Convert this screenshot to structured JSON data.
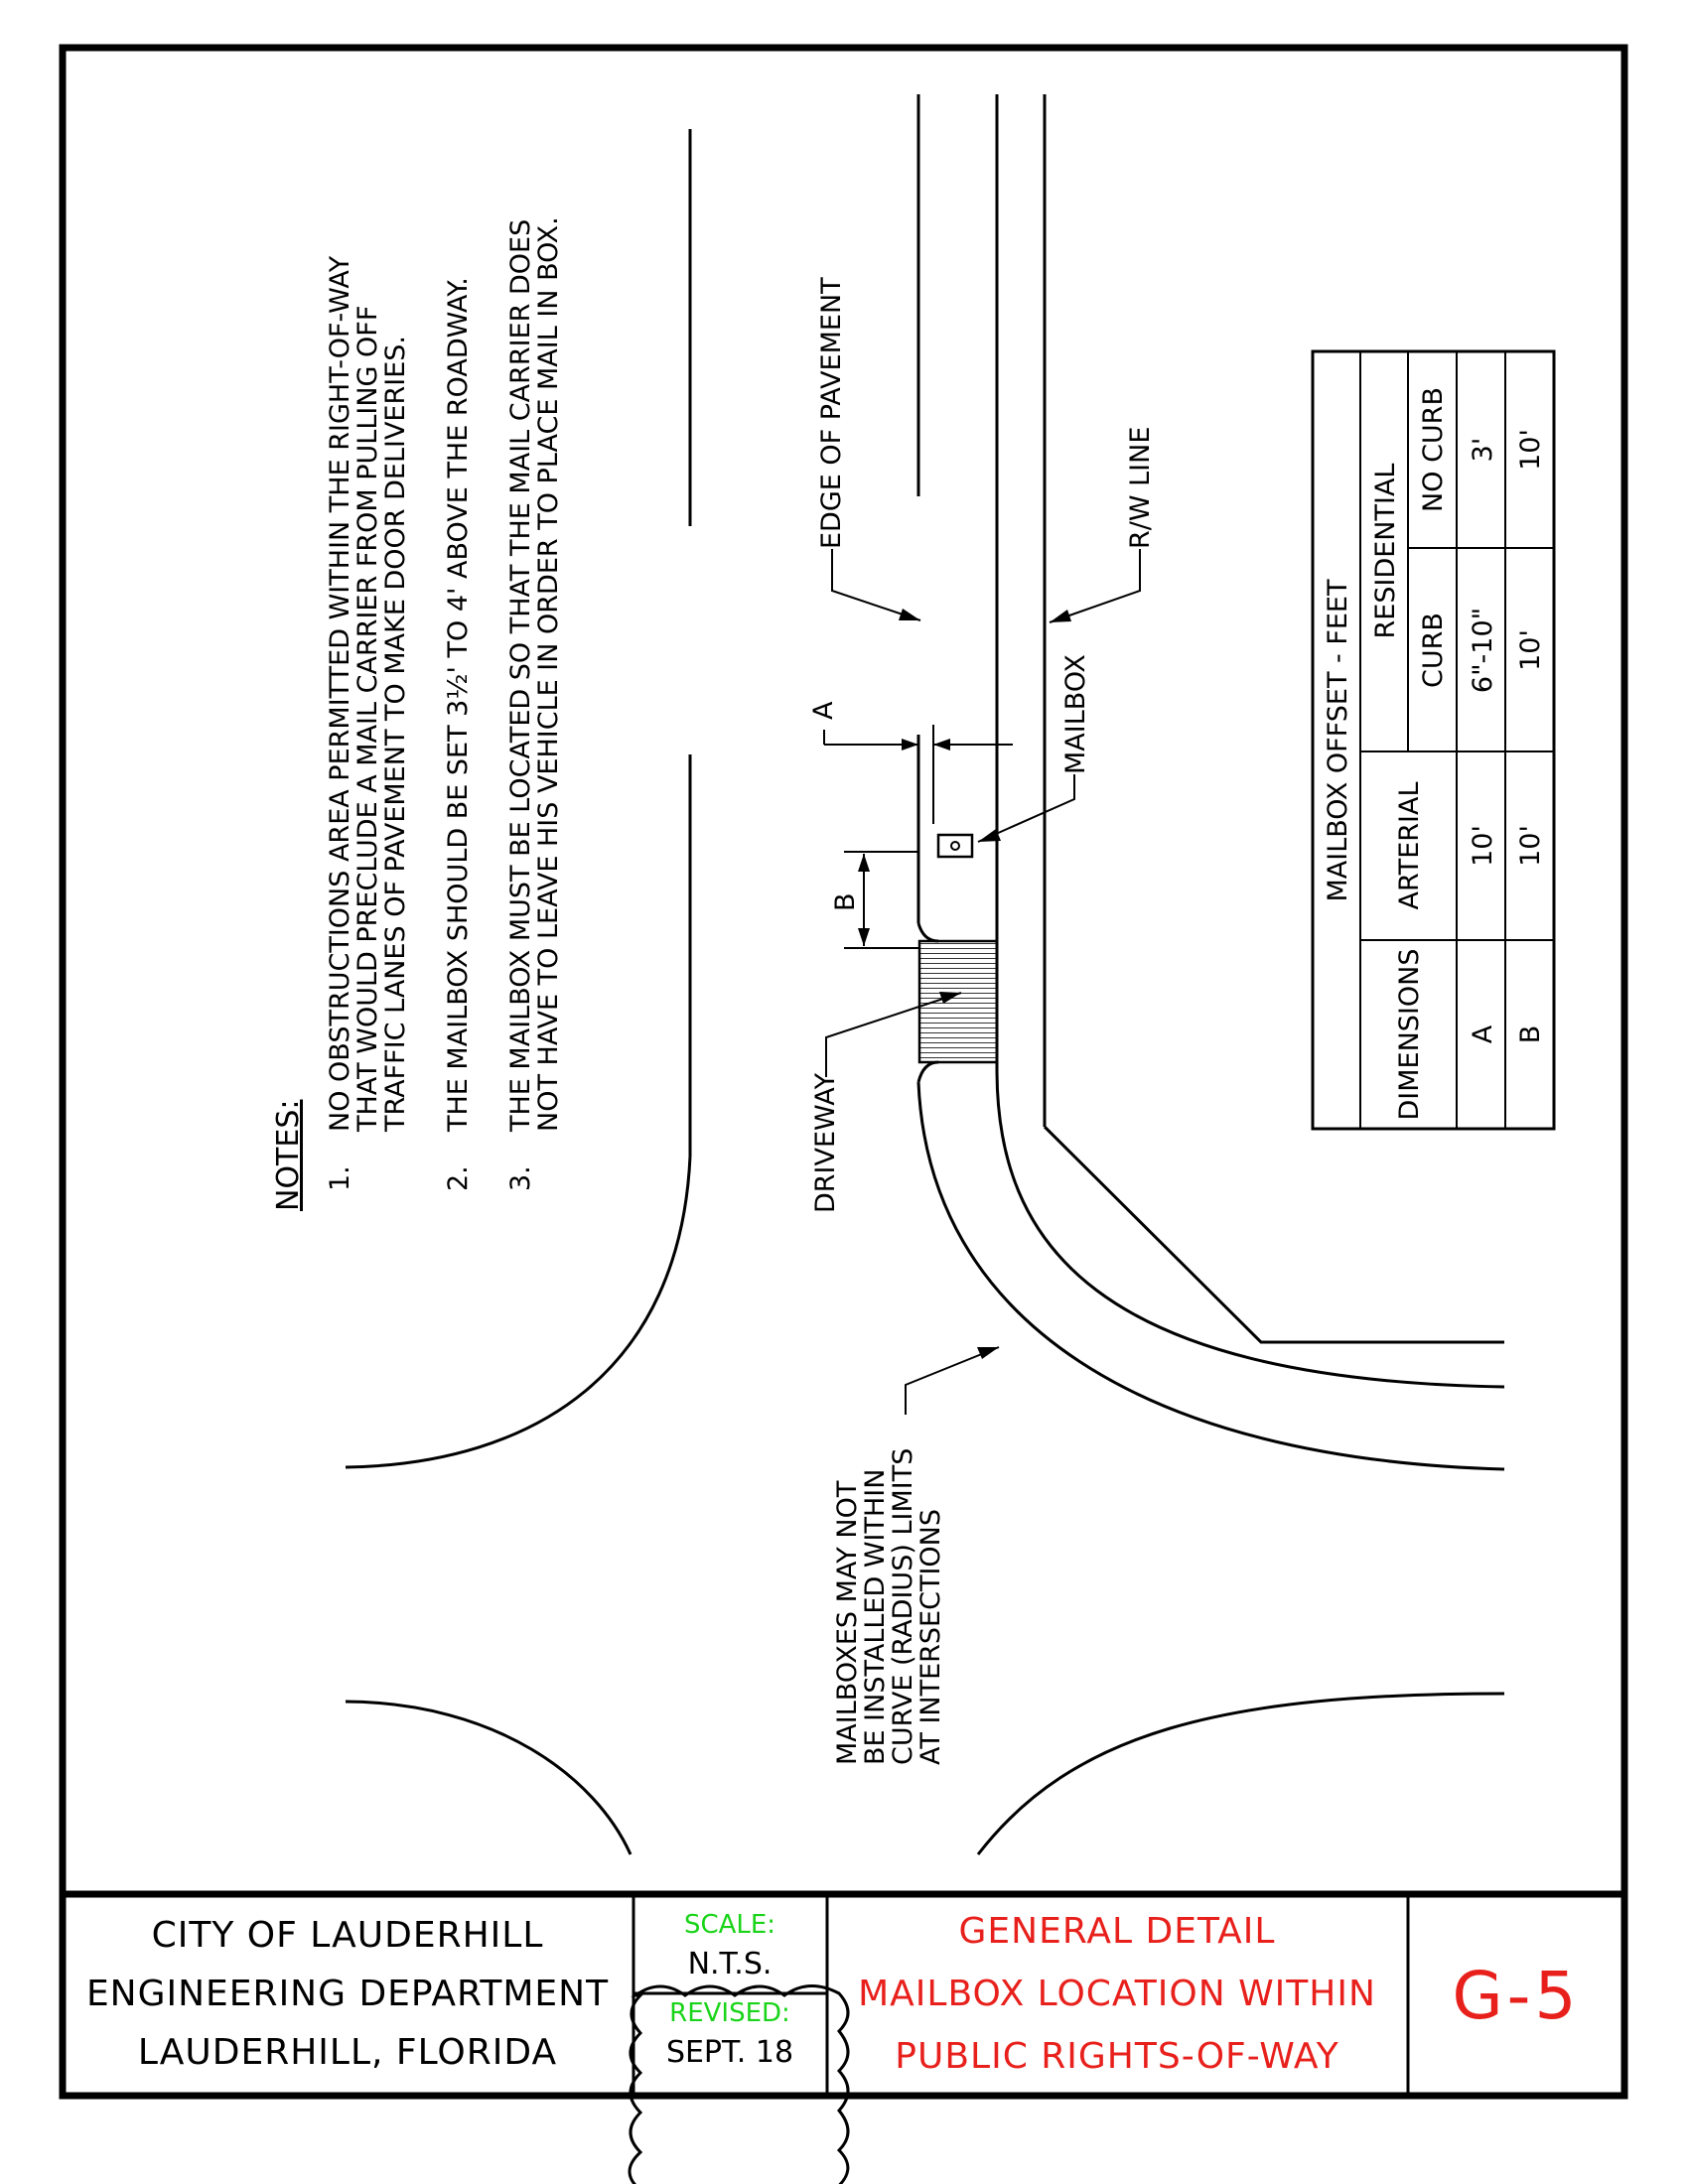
{
  "notes": {
    "heading": "NOTES:",
    "items": [
      {
        "num": "1.",
        "lines": [
          "NO OBSTRUCTIONS AREA PERMITTED WITHIN THE RIGHT-OF-WAY",
          "THAT WOULD PRECLUDE A MAIL CARRIER FROM PULLING OFF",
          "TRAFFIC LANES OF PAVEMENT TO MAKE DOOR DELIVERIES."
        ]
      },
      {
        "num": "2.",
        "lines": [
          "THE MAILBOX SHOULD BE SET 3½' TO 4' ABOVE THE ROADWAY."
        ]
      },
      {
        "num": "3.",
        "lines": [
          "THE MAILBOX MUST BE LOCATED SO THAT THE MAIL CARRIER DOES",
          "NOT HAVE TO LEAVE HIS VEHICLE IN ORDER TO PLACE MAIL IN BOX."
        ]
      }
    ]
  },
  "labels": {
    "edge_of_pavement": "EDGE OF PAVEMENT",
    "rw_line": "R/W LINE",
    "mailbox": "MAILBOX",
    "driveway": "DRIVEWAY",
    "dim_a": "A",
    "dim_b": "B",
    "curve_note": [
      "MAILBOXES MAY NOT",
      "BE INSTALLED WITHIN",
      "CURVE (RADIUS) LIMITS",
      "AT INTERSECTIONS"
    ]
  },
  "offset_table": {
    "title": "MAILBOX OFFSET - FEET",
    "dimensions_header": "DIMENSIONS",
    "arterial_header": "ARTERIAL",
    "residential_header": "RESIDENTIAL",
    "curb_header": "CURB",
    "no_curb_header": "NO CURB",
    "rows": [
      {
        "dim": "A",
        "arterial": "10'",
        "curb": "6\"-10\"",
        "no_curb": "3'"
      },
      {
        "dim": "B",
        "arterial": "10'",
        "curb": "10'",
        "no_curb": "10'"
      }
    ]
  },
  "title_block": {
    "agency": [
      "CITY OF LAUDERHILL",
      "ENGINEERING DEPARTMENT",
      "LAUDERHILL, FLORIDA"
    ],
    "scale_label": "SCALE:",
    "scale_value": "N.T.S.",
    "revised_label": "REVISED:",
    "revised_value": "SEPT. 18",
    "detail_title": [
      "GENERAL DETAIL",
      "MAILBOX LOCATION WITHIN",
      "PUBLIC RIGHTS-OF-WAY"
    ],
    "sheet_number": "G-5"
  },
  "colors": {
    "line": "#000000",
    "title_red": "#e8201c",
    "scale_green": "#19d419"
  }
}
